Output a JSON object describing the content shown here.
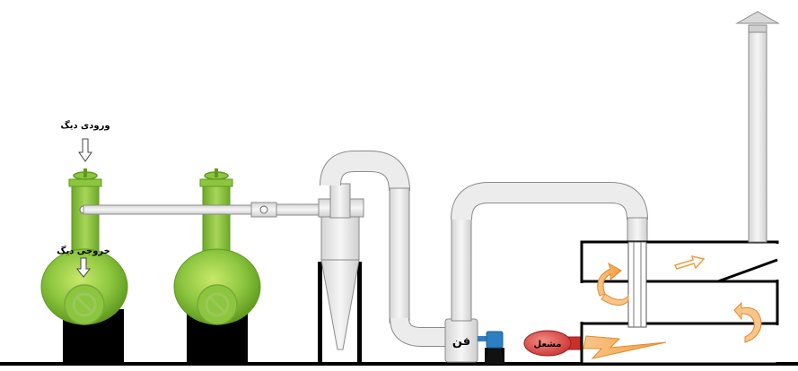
{
  "labels": {
    "boiler_input": "ورودی دیگ",
    "boiler_output": "خروجی دیگ",
    "fan": "فن",
    "burner": "مشعل"
  },
  "colors": {
    "boiler_green": "#8cc63f",
    "boiler_dark": "#5f9a1f",
    "duct_gray": "#e6e6e6",
    "duct_stroke": "#8a8a8a",
    "flame_orange": "#f39c3d",
    "burner_red": "#d9534f",
    "motor_blue": "#2d7fc1",
    "stand_black": "#000000"
  },
  "icons": {
    "valve": "valve-wheel-icon",
    "arrow_down": "arrow-down-icon",
    "flame": "lightning-flame-icon",
    "rotation_arrow": "curved-arrow-icon"
  }
}
